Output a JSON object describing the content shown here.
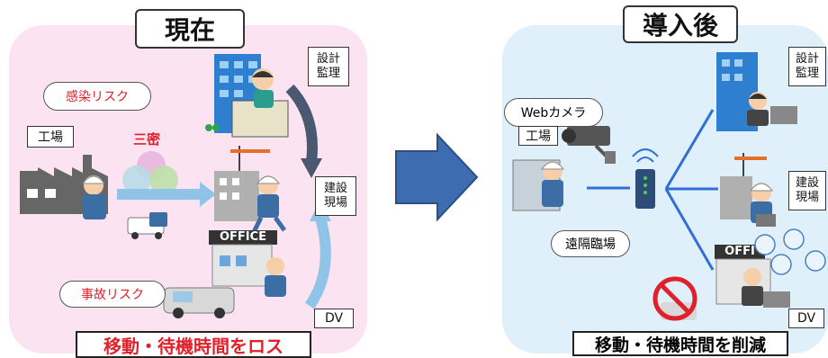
{
  "before": {
    "title": "現在",
    "labels": {
      "factory": "工場",
      "design_line1": "設計",
      "design_line2": "監理",
      "site_line1": "建設",
      "site_line2": "現場",
      "dv": "DV"
    },
    "bubbles": {
      "infection": "感染リスク",
      "accident": "事故リスク"
    },
    "sanmitsu": "三密",
    "office_sign": "OFFICE",
    "footer": "移動・待機時間をロス"
  },
  "after": {
    "title": "導入後",
    "labels": {
      "factory": "工場",
      "design_line1": "設計",
      "design_line2": "監理",
      "site_line1": "建設",
      "site_line2": "現場",
      "dv": "DV"
    },
    "bubbles": {
      "camera": "Webカメラ",
      "remote": "遠隔臨場"
    },
    "office_sign": "OFFI",
    "footer": "移動・待機時間を削減"
  },
  "colors": {
    "before_bg": "#fbe3f1",
    "after_bg": "#dff0fb",
    "arrow": "#3d6db0",
    "risk_text": "#e0202a",
    "link_line": "#2f6fd6"
  },
  "icons": [
    "building-icon",
    "worker-icon",
    "truck-icon",
    "office-icon",
    "camera-icon",
    "router-icon",
    "laptop-icon",
    "no-car-icon"
  ]
}
